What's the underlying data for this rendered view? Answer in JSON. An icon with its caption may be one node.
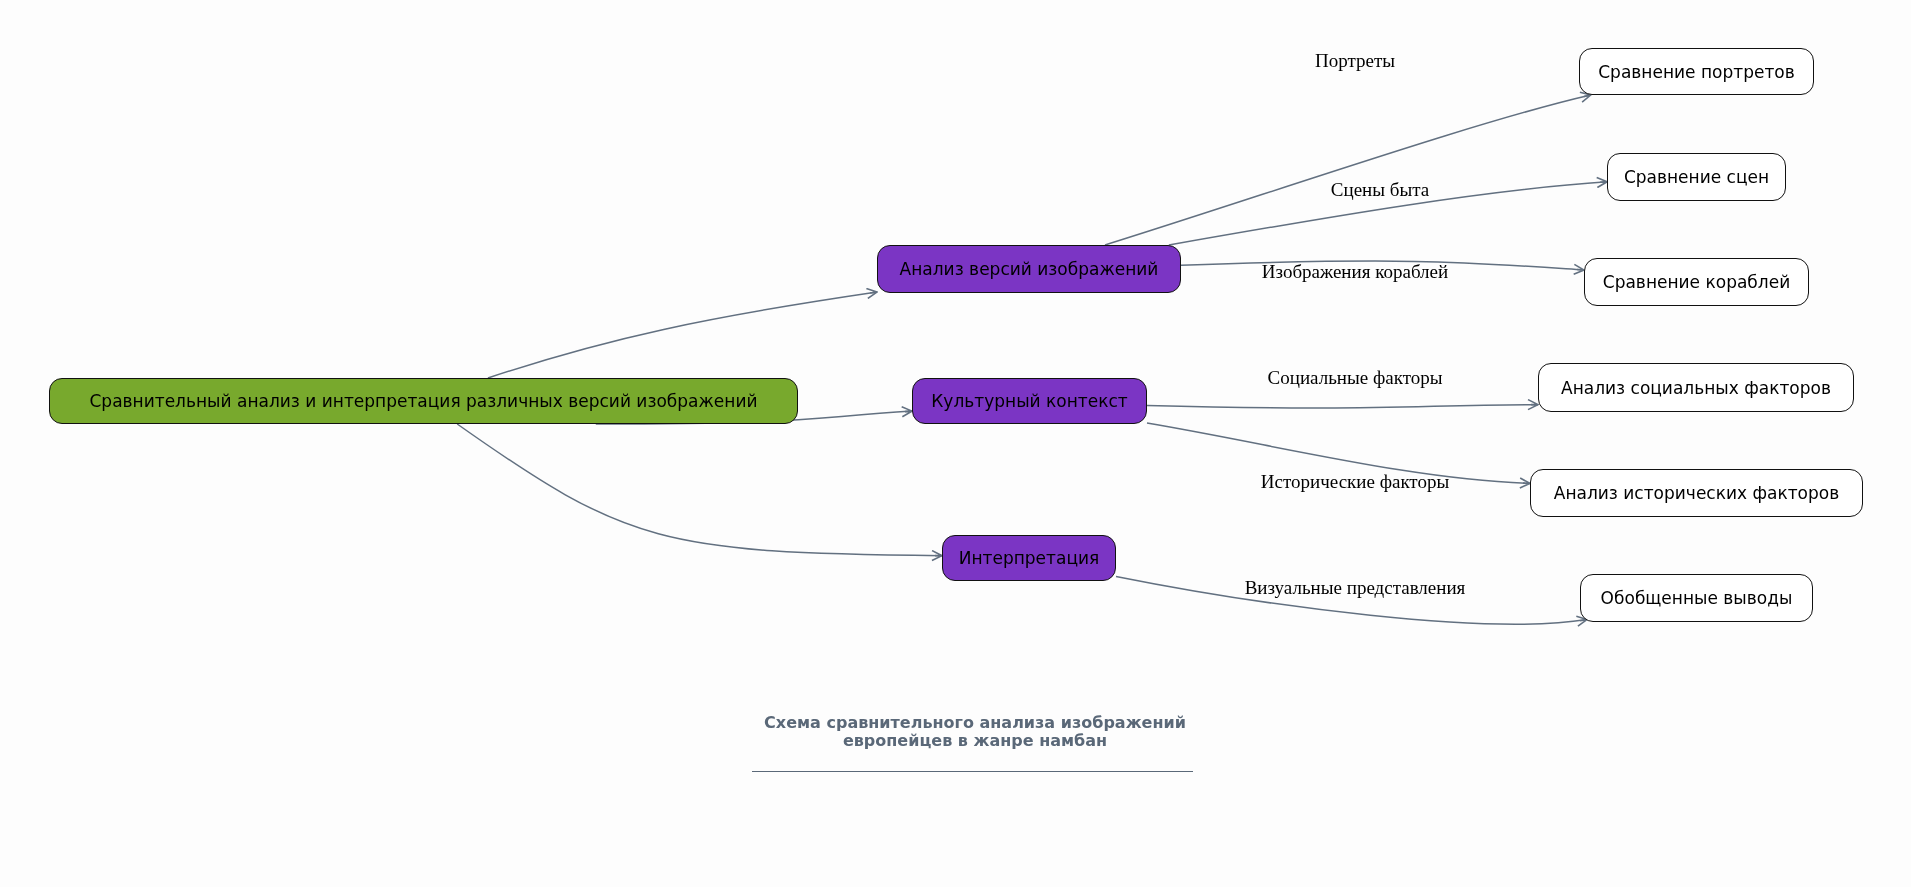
{
  "diagram": {
    "caption": "Схема сравнительного анализа изображений европейцев в жанре намбан",
    "nodes": [
      {
        "text": [
          "Сравнительный анализ и интерпретация различных версий изображений"
        ]
      },
      {
        "text": [
          "Анализ версий изображений"
        ]
      },
      {
        "text": [
          "Культурный контекст"
        ]
      },
      {
        "text": [
          "Интерпретация"
        ]
      },
      {
        "text": [
          "Сравнение портретов"
        ]
      },
      {
        "text": [
          "Сравнение сцен"
        ]
      },
      {
        "text": [
          "Сравнение кораблей"
        ]
      },
      {
        "text": [
          "Анализ социальных факторов"
        ]
      },
      {
        "text": [
          "Анализ исторических факторов"
        ]
      },
      {
        "text": [
          "Обобщенные выводы"
        ]
      }
    ],
    "edges": [
      {
        "from": 0,
        "to": 1,
        "arrow": "to"
      },
      {
        "from": 0,
        "to": 2,
        "arrow": "to"
      },
      {
        "from": 0,
        "to": 3,
        "arrow": "to"
      },
      {
        "from": 1,
        "to": 4,
        "arrow": "to",
        "label": "Портреты"
      },
      {
        "from": 1,
        "to": 5,
        "arrow": "to",
        "label": "Сцены быта"
      },
      {
        "from": 1,
        "to": 6,
        "arrow": "to",
        "label": "Изображения кораблей"
      },
      {
        "from": 2,
        "to": 7,
        "arrow": "to",
        "label": "Социальные факторы"
      },
      {
        "from": 2,
        "to": 8,
        "arrow": "to",
        "label": "Исторические факторы"
      },
      {
        "from": 3,
        "to": 9,
        "arrow": "to",
        "label": "Визуальные представления"
      }
    ]
  }
}
